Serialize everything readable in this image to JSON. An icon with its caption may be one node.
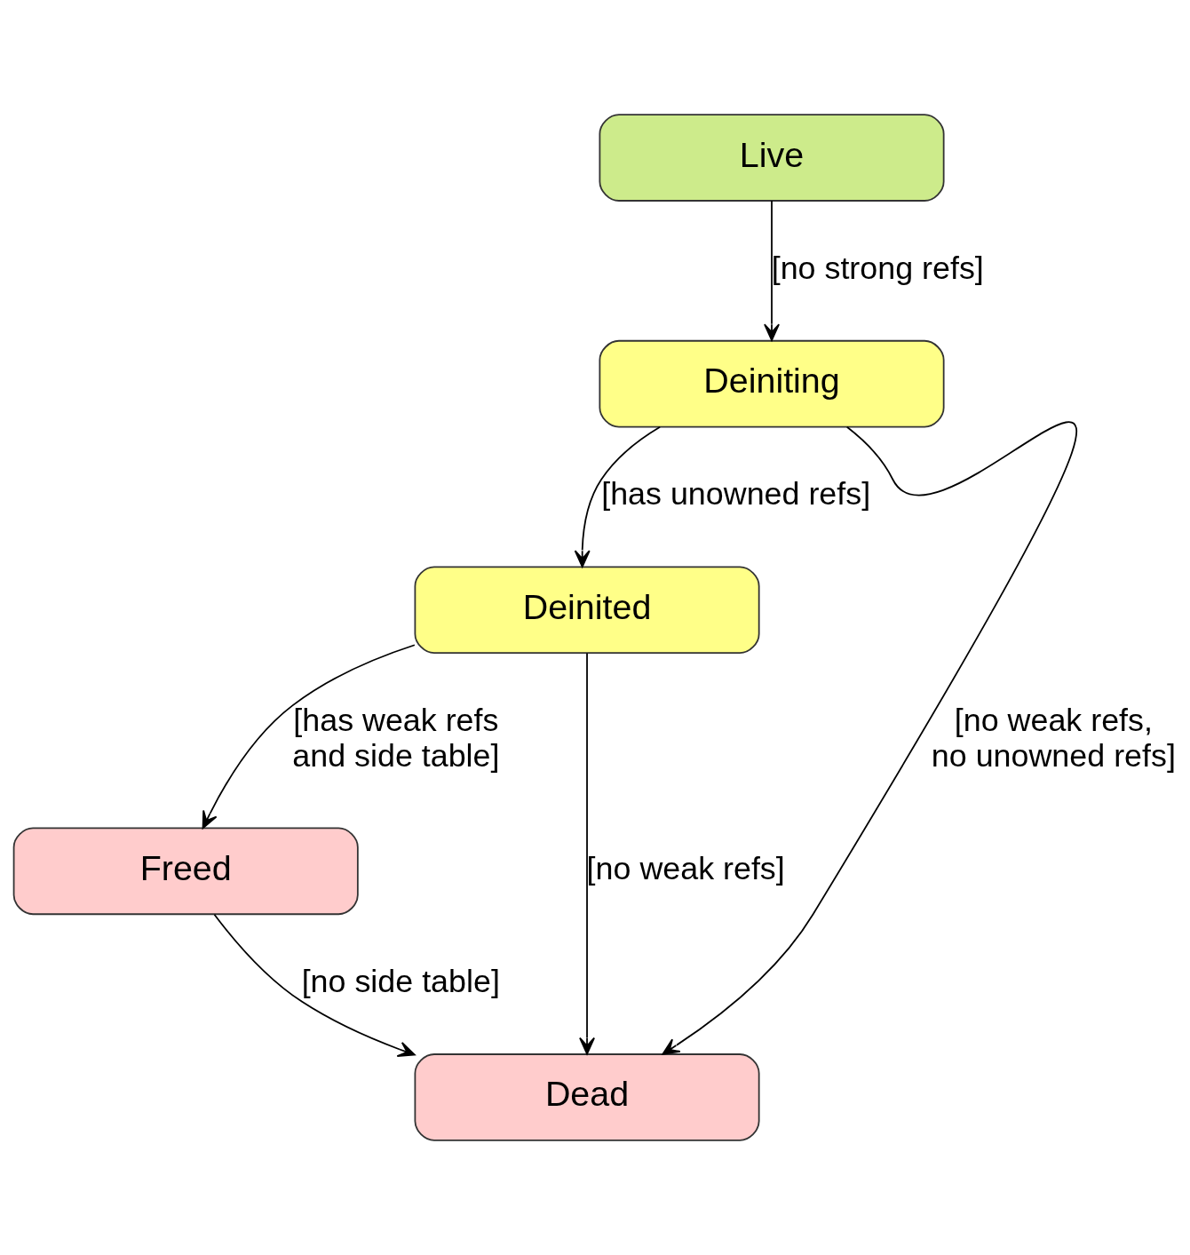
{
  "diagram": {
    "nodes": [
      {
        "text": [
          "Live"
        ]
      },
      {
        "text": [
          "Deiniting"
        ]
      },
      {
        "text": [
          "Deinited"
        ]
      },
      {
        "text": [
          "Freed"
        ]
      },
      {
        "text": [
          "Dead"
        ]
      }
    ],
    "edges": [
      {
        "from": 0,
        "to": 1,
        "arrow": "to",
        "label": "[no strong refs]"
      },
      {
        "from": 1,
        "to": 2,
        "arrow": "to",
        "label": "[has unowned refs]"
      },
      {
        "from": 2,
        "to": 3,
        "arrow": "to",
        "label": "[has weak refs and side table]"
      },
      {
        "from": 3,
        "to": 4,
        "arrow": "to",
        "label": "[no side table]"
      },
      {
        "from": 2,
        "to": 4,
        "arrow": "to",
        "label": "[no weak refs]"
      },
      {
        "from": 1,
        "to": 4,
        "arrow": "to",
        "label": "[no weak refs, no unowned refs]"
      }
    ]
  }
}
